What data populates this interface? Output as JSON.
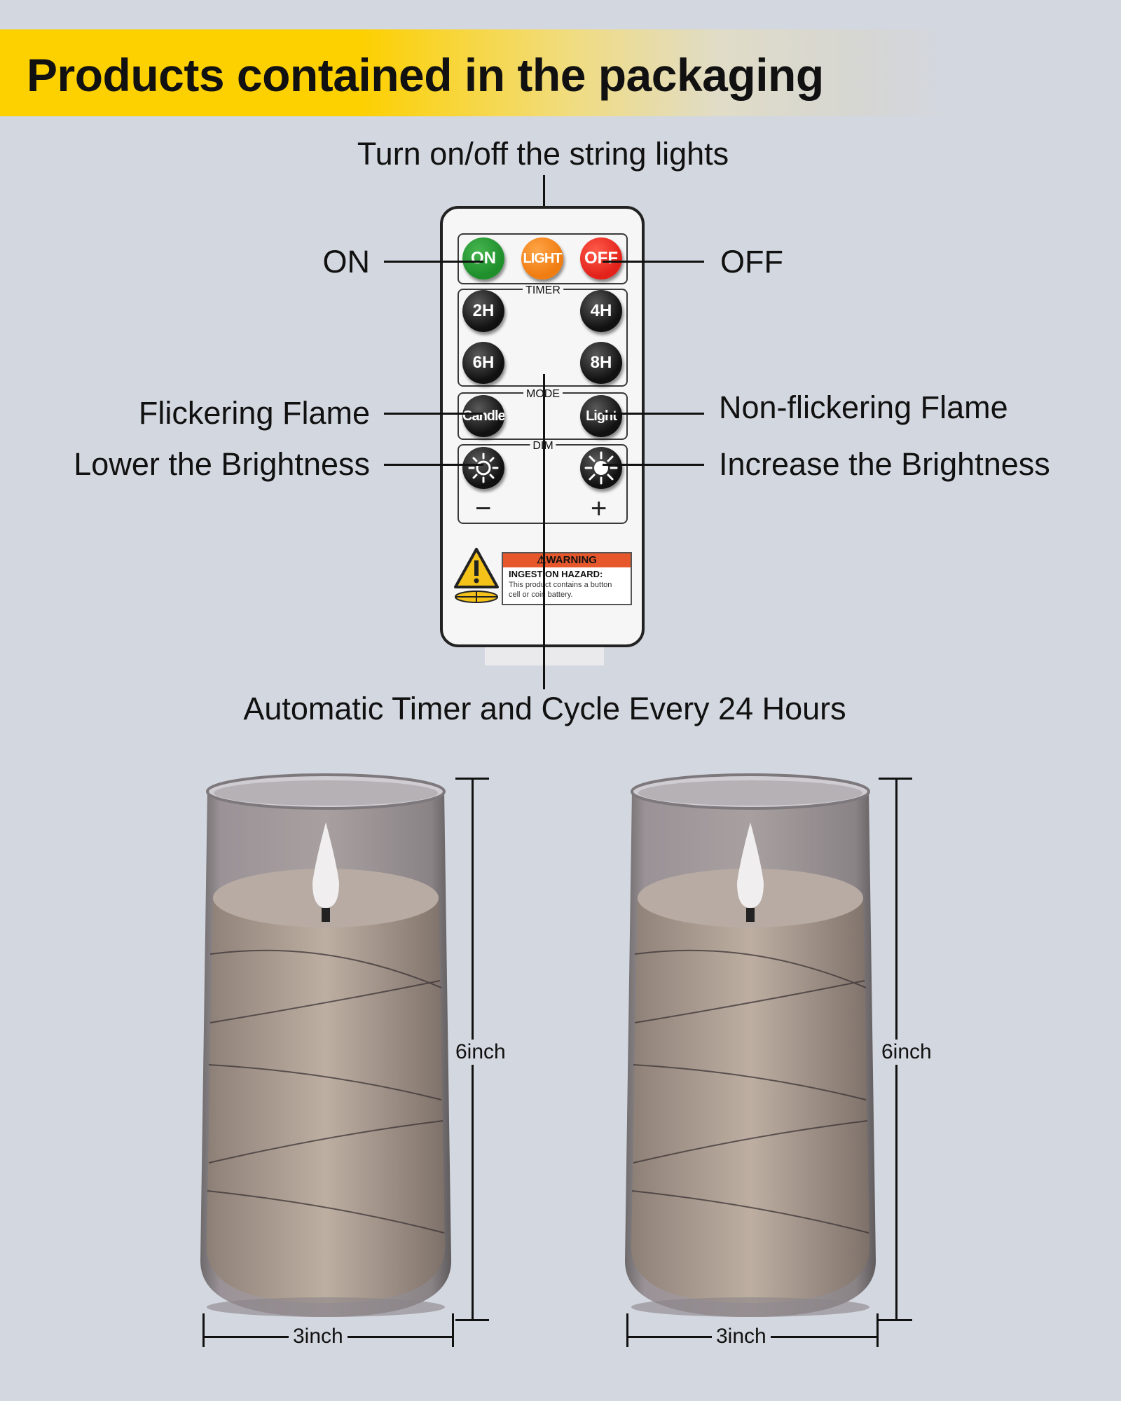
{
  "banner": {
    "title": "Products contained in the packaging"
  },
  "labels": {
    "top": "Turn on/off the string lights",
    "on": "ON",
    "off": "OFF",
    "flickering": "Flickering Flame",
    "non_flickering": "Non-flickering Flame",
    "lower": "Lower the Brightness",
    "increase": "Increase the Brightness",
    "bottom": "Automatic Timer and Cycle Every 24 Hours"
  },
  "remote": {
    "buttons": {
      "on": "ON",
      "light": "LIGHT",
      "off": "OFF",
      "t2": "2H",
      "t4": "4H",
      "t6": "6H",
      "t8": "8H",
      "candle": "Candle",
      "light_mode": "Light"
    },
    "groups": {
      "timer": "TIMER",
      "mode": "MODE",
      "dim": "DIM"
    },
    "minus": "−",
    "plus": "+",
    "warning": {
      "title": "⚠WARNING",
      "line1": "INGESTION HAZARD:",
      "line2": "This product contains a button",
      "line3": "cell or coin battery."
    },
    "colors": {
      "on": "#1f8f2c",
      "light": "#f07d12",
      "off": "#e3231b"
    }
  },
  "candles": [
    {
      "height": "6inch",
      "width": "3inch"
    },
    {
      "height": "6inch",
      "width": "3inch"
    }
  ]
}
